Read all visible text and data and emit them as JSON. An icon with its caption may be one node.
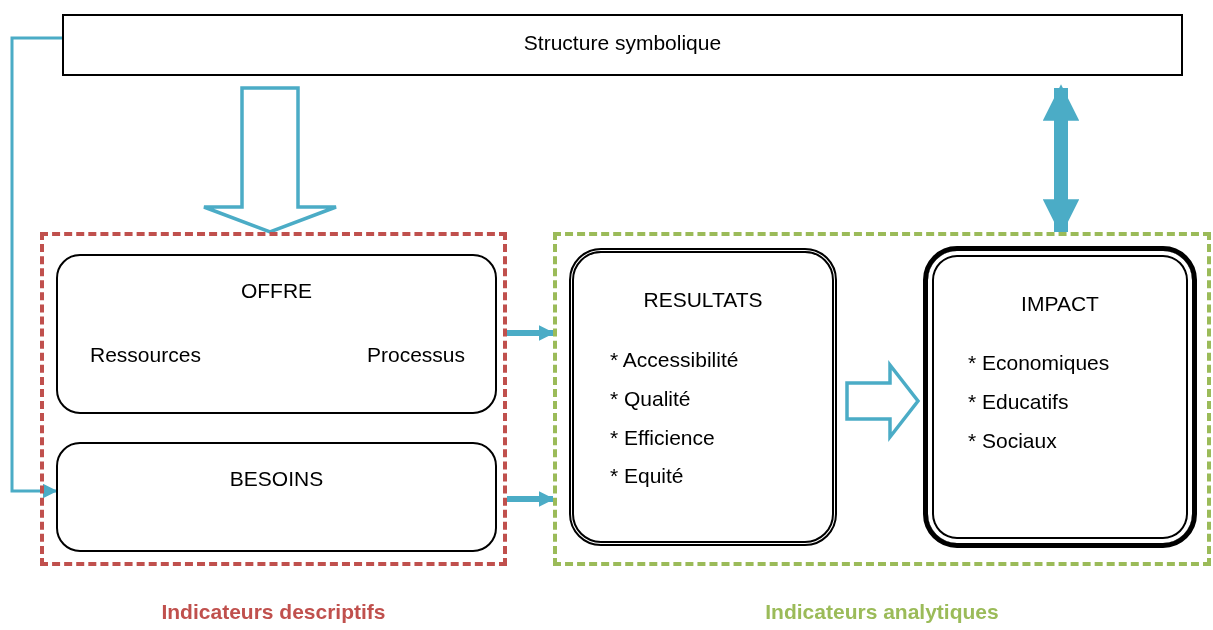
{
  "diagram": {
    "nodes": [
      {
        "text": [
          "Structure symbolique"
        ]
      },
      {
        "text": [],
        "shape": "box",
        "beside": [
          "Indicateurs descriptifs"
        ]
      },
      {
        "text": [
          "OFFRE",
          "Ressources",
          "Processus"
        ],
        "in": 1
      },
      {
        "text": [
          "BESOINS"
        ],
        "in": 1
      },
      {
        "text": [],
        "shape": "box",
        "beside": [
          "Indicateurs analytiques"
        ]
      },
      {
        "text": [
          "RESULTATS",
          "* Accessibilité",
          "* Qualité",
          "* Efficience",
          "* Equité"
        ],
        "in": 4
      },
      {
        "text": [
          "IMPACT",
          "* Economiques",
          "* Educatifs",
          "* Sociaux"
        ],
        "in": 4
      }
    ],
    "edges": [
      {
        "from": 0,
        "to": 1,
        "arrow": "to",
        "style": "thick"
      },
      {
        "from": 0,
        "to": 3,
        "arrow": "to"
      },
      {
        "from": 1,
        "to": 4,
        "arrow": "to"
      },
      {
        "from": 1,
        "to": 4,
        "arrow": "to"
      },
      {
        "from": 5,
        "to": 6,
        "arrow": "to",
        "style": "thick"
      },
      {
        "from": 4,
        "to": 0,
        "arrow": "both",
        "style": "thick"
      }
    ]
  }
}
